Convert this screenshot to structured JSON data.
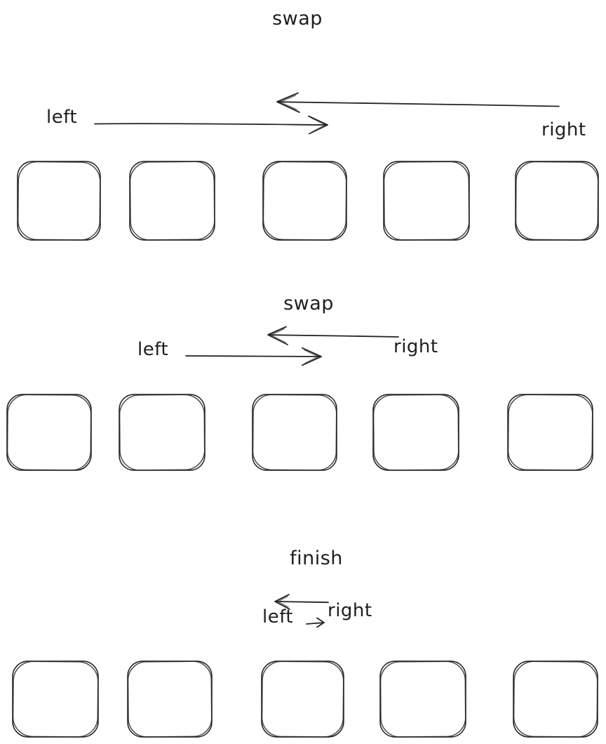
{
  "canvas": {
    "background": "#ffffff",
    "ink_color": "#1e1e1e"
  },
  "sections": [
    {
      "title": "swap",
      "left_pointer": "left",
      "right_pointer": "right",
      "box_count": 5
    },
    {
      "title": "swap",
      "left_pointer": "left",
      "right_pointer": "right",
      "box_count": 5
    },
    {
      "title": "finish",
      "left_pointer": "left",
      "right_pointer": "right",
      "box_count": 5
    }
  ]
}
